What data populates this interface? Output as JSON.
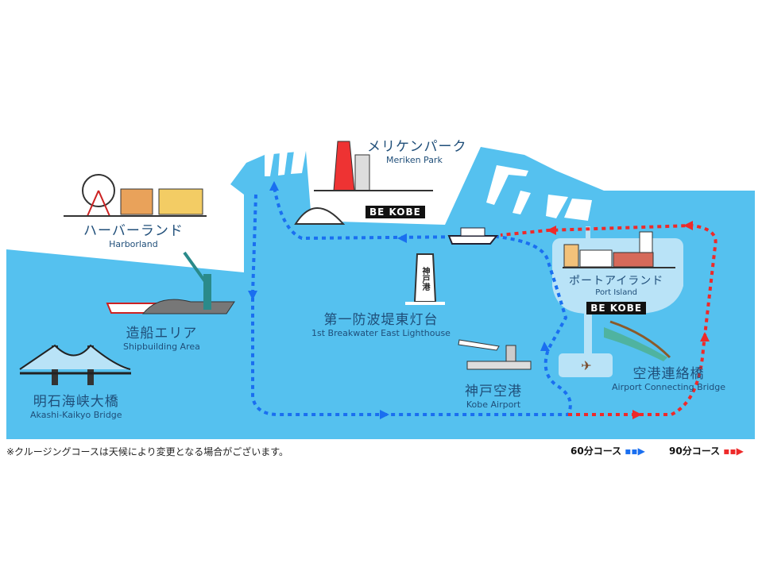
{
  "colors": {
    "sea": "#55c1ef",
    "island": "#b9e3f7",
    "route_60": "#1a6ff0",
    "route_90": "#ee2a2a",
    "text": "#1f4e79"
  },
  "places": {
    "harborland": {
      "jp": "ハーバーランド",
      "en": "Harborland"
    },
    "meriken": {
      "jp": "メリケンパーク",
      "en": "Meriken Park"
    },
    "shipbuilding": {
      "jp": "造船エリア",
      "en": "Shipbuilding Area"
    },
    "akashi": {
      "jp": "明石海峡大橋",
      "en": "Akashi-Kaikyo Bridge"
    },
    "lighthouse": {
      "jp": "第一防波堤東灯台",
      "en": "1st Breakwater East Lighthouse",
      "sign": "神戸港"
    },
    "port_island": {
      "jp": "ポートアイランド",
      "en": "Port Island"
    },
    "airport": {
      "jp": "神戸空港",
      "en": "Kobe Airport"
    },
    "connecting_bridge": {
      "jp": "空港連絡橋",
      "en": "Airport Connecting Bridge"
    }
  },
  "be_kobe": "BE KOBE",
  "note": "※クルージングコースは天候により変更となる場合がございます。",
  "legend": {
    "course60": "60分コース",
    "course90": "90分コース"
  }
}
